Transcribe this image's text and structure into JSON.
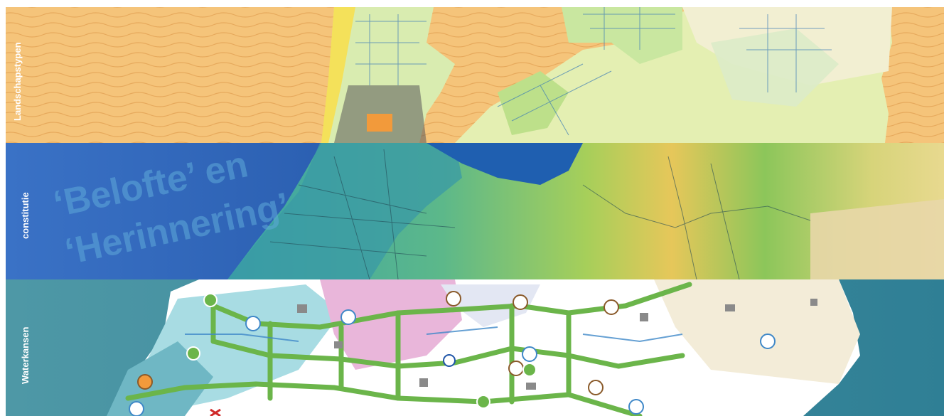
{
  "bands": [
    {
      "id": "landschapstypen",
      "label": "Landschapstypen"
    },
    {
      "id": "constitutie",
      "label": "constitutie"
    },
    {
      "id": "waterkansen",
      "label": "Waterkansen"
    }
  ],
  "overlay_text": {
    "line1": "‘Belofte’ en",
    "line2": "‘Herinnering’"
  },
  "colors": {
    "sea_top": "#f5c47a",
    "band2_blue": "#2a63b5",
    "band3_sea": "#3f8ea0",
    "river_green": "#6bb54a",
    "lowland_cyan": "#9fd7e0",
    "pink_zone": "#e8b3d9"
  },
  "icons": [
    "water-drop-icon",
    "wind-turbine-icon",
    "fish-icon",
    "windmill-icon",
    "cross-marker-icon"
  ]
}
